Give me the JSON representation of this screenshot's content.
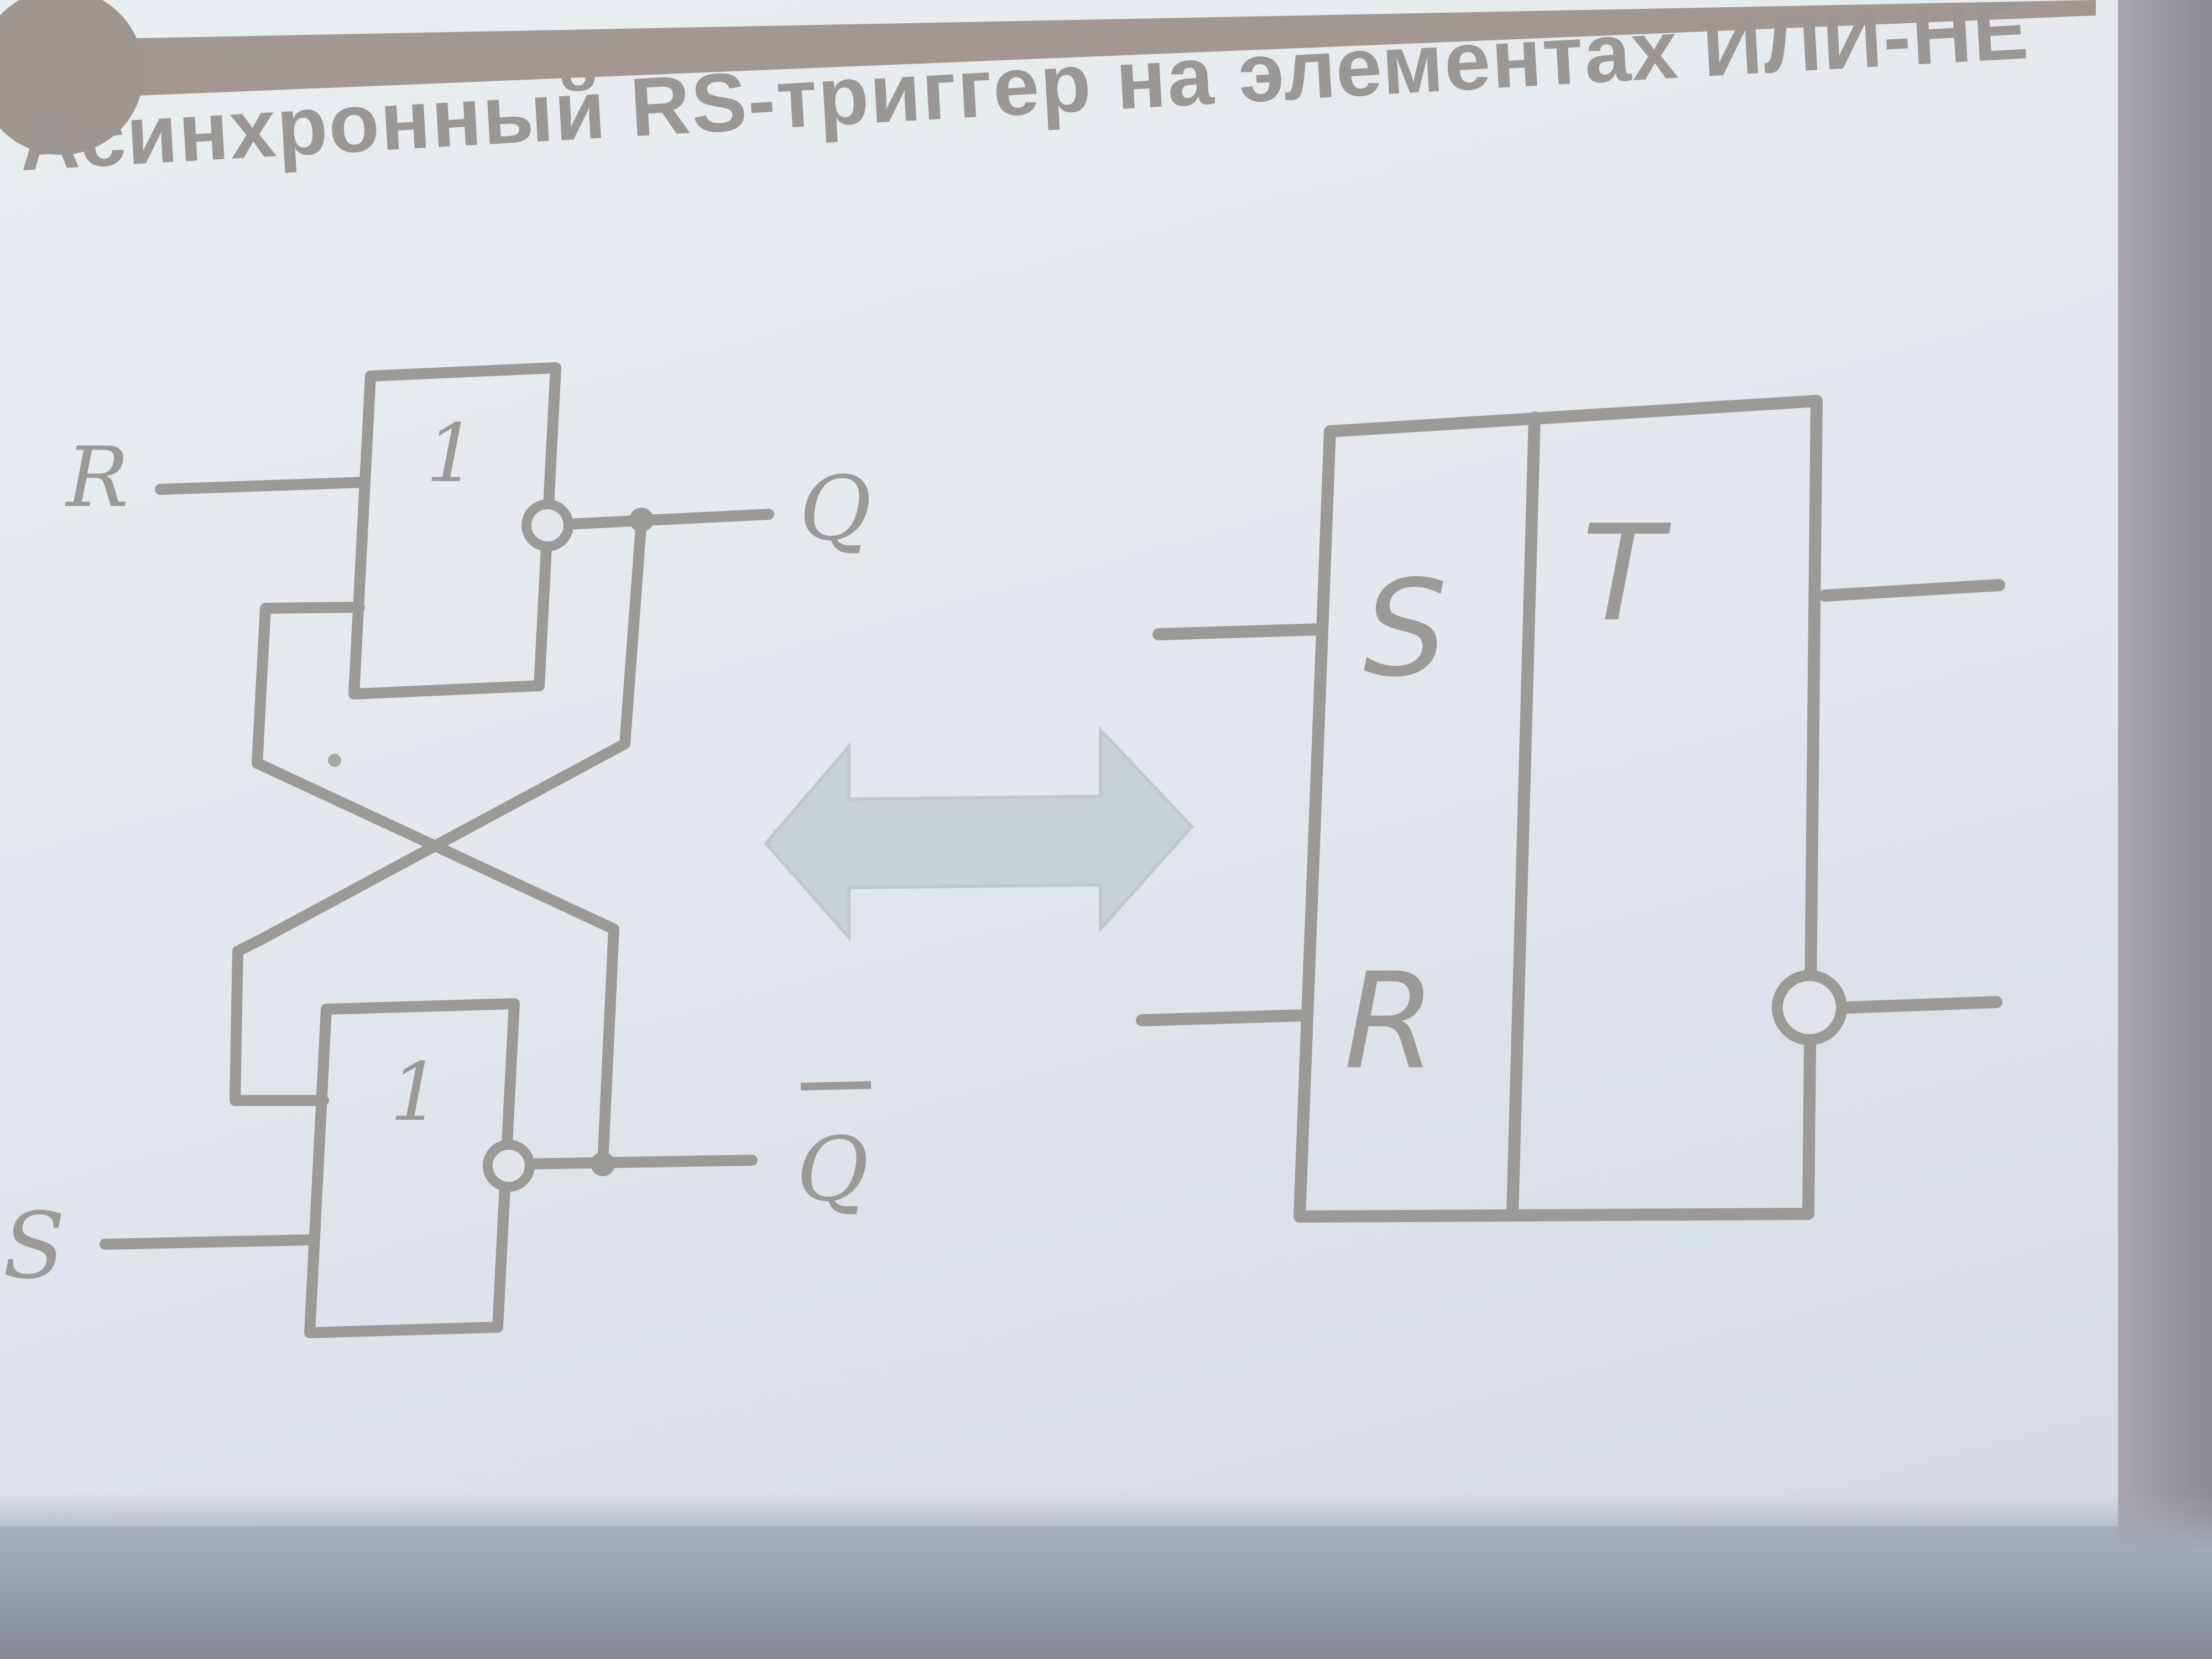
{
  "slide": {
    "title": "Асинхронный RS-триггер на элементах ИЛИ-НЕ"
  },
  "schematic": {
    "input_r": "R",
    "input_s": "S",
    "gate_top_symbol": "1",
    "gate_bottom_symbol": "1",
    "output_q": "Q",
    "output_q_bar": "Q"
  },
  "block_symbol": {
    "input_s": "S",
    "input_r": "R",
    "type_label": "T"
  },
  "colors": {
    "line": "#9b9a97",
    "arrow_fill": "#c9d2d2",
    "title": "#9a9794"
  }
}
